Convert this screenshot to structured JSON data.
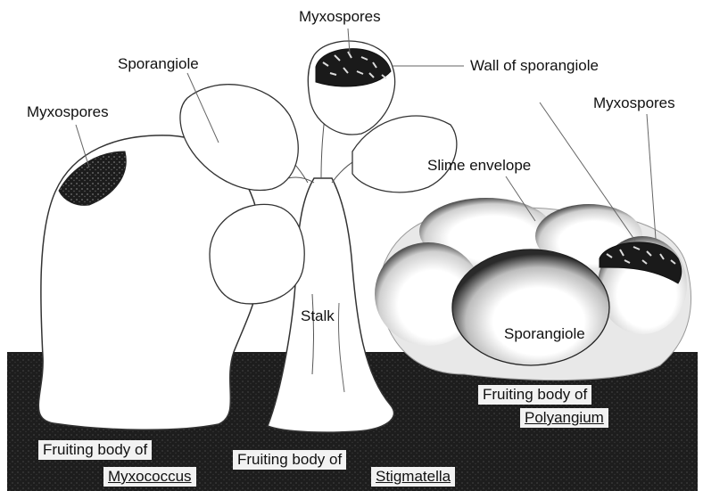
{
  "labels": {
    "myxospores_top": "Myxospores",
    "sporangiole_left": "Sporangiole",
    "wall_of_sporangiole": "Wall of sporangiole",
    "myxospores_left": "Myxospores",
    "myxospores_right": "Myxospores",
    "slime_envelope": "Slime envelope",
    "stalk": "Stalk",
    "sporangiole_right": "Sporangiole",
    "fruiting_body_of_a": "Fruiting body of",
    "myxococcus": "Myxococcus",
    "fruiting_body_of_b": "Fruiting body of",
    "stigmatella": "Stigmatella",
    "fruiting_body_of_c": "Fruiting body of",
    "polyangium": "Polyangium"
  }
}
